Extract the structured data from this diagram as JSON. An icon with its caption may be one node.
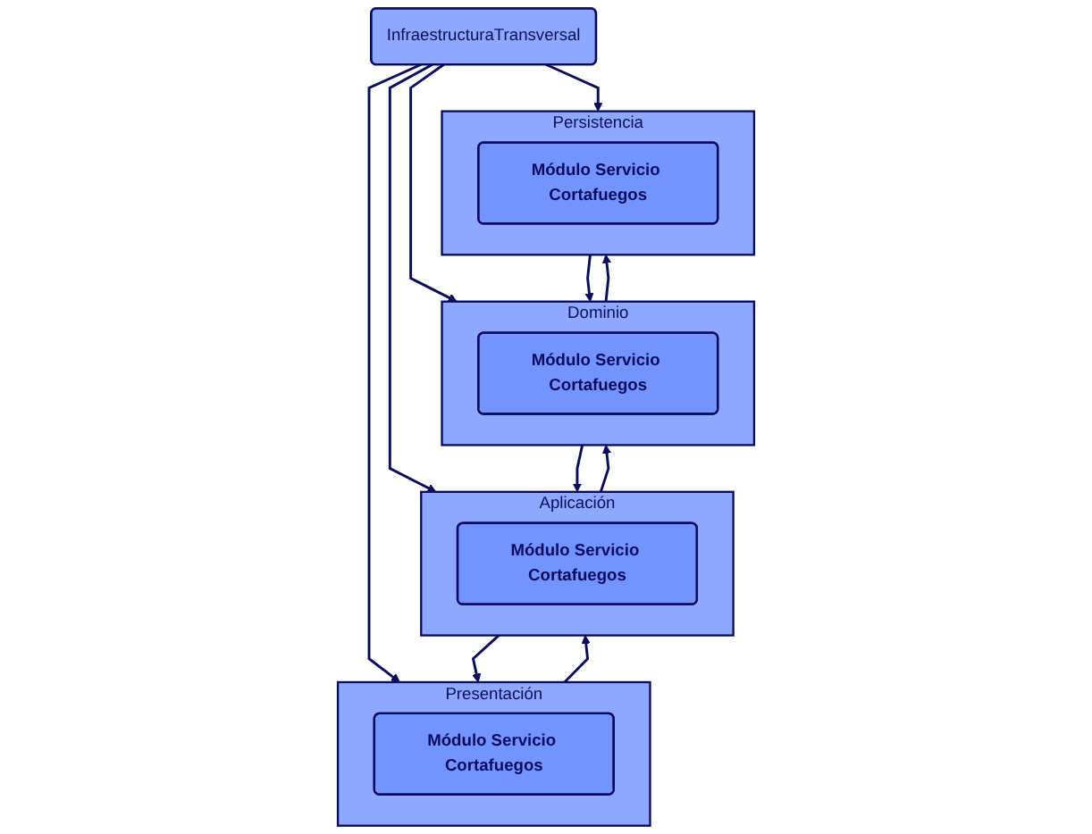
{
  "diagram": {
    "nodes": [
      {
        "text": [
          "InfraestructuraTransversal"
        ]
      },
      {
        "text": [
          "Presentación"
        ]
      },
      {
        "text": [
          "Módulo Servicio Cortafuegos"
        ],
        "in": 1
      },
      {
        "text": [
          "Aplicación"
        ]
      },
      {
        "text": [
          "Módulo Servicio Cortafuegos"
        ],
        "in": 3
      },
      {
        "text": [
          "Dominio"
        ]
      },
      {
        "text": [
          "Módulo Servicio Cortafuegos"
        ],
        "in": 5
      },
      {
        "text": [
          "Persistencia"
        ]
      },
      {
        "text": [
          "Módulo Servicio Cortafuegos"
        ],
        "in": 7
      }
    ],
    "edges": [
      {
        "from": 0,
        "to": 1,
        "arrow": "to"
      },
      {
        "from": 0,
        "to": 3,
        "arrow": "to"
      },
      {
        "from": 0,
        "to": 5,
        "arrow": "to"
      },
      {
        "from": 0,
        "to": 7,
        "arrow": "to"
      },
      {
        "from": 1,
        "to": 3,
        "arrow": "to"
      },
      {
        "from": 3,
        "to": 1,
        "arrow": "to"
      },
      {
        "from": 3,
        "to": 5,
        "arrow": "to"
      },
      {
        "from": 5,
        "to": 3,
        "arrow": "to"
      },
      {
        "from": 5,
        "to": 7,
        "arrow": "to"
      },
      {
        "from": 7,
        "to": 5,
        "arrow": "to"
      }
    ]
  }
}
